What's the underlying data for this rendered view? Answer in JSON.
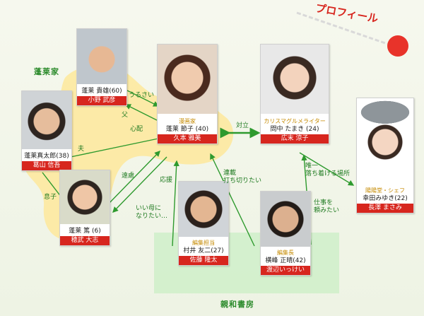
{
  "title": "プロフィール",
  "groups": {
    "family": "蓬莱家",
    "publisher": "親和書房"
  },
  "people": {
    "takao": {
      "name": "蓬莱 貴雄(60)",
      "actor": "小野 武彦"
    },
    "setsuko": {
      "role": "漫画家",
      "name": "蓬莱 節子 (40)",
      "actor": "久本 雅美"
    },
    "tamaki": {
      "role": "カリスマグルメライター",
      "name": "問中 たまき (24)",
      "actor": "広末 涼子"
    },
    "shintaro": {
      "name": "蓬莱真太郎(38)",
      "actor": "葛山 信吾"
    },
    "atsushi": {
      "name": "蓬莱 篤 (6)",
      "actor": "穂武 大志"
    },
    "tomoji": {
      "role": "編集担当",
      "name": "村井 友二(27)",
      "actor": "佐藤 隆太"
    },
    "masaharu": {
      "role": "編集長",
      "name": "横峰 正晴(42)",
      "actor": "渡辺いっけい"
    },
    "miyuki": {
      "role": "陽陽堂・シェフ",
      "name": "幸田みゆき(22)",
      "actor": "長澤 まさみ"
    }
  },
  "relations": {
    "urusai": "うるさい",
    "chichi": "父",
    "shinpai": "心配",
    "tairitsu": "対立",
    "otto": "夫",
    "musuko": "息子",
    "enryo": "遠慮",
    "iihaha": "いい母に\nなりたい…",
    "ouen": "応援",
    "renzai": "連載\n打ち切りたい",
    "shigoto": "仕事を\n頼みたい",
    "yuiitsu": "唯一\n落ち着ける場所"
  },
  "colors": {
    "accent": "#d7261e",
    "line": "#2e9a2e",
    "family_blob": "#fde9a0",
    "publisher_box": "#cfeec9",
    "role": "#c58a00"
  }
}
